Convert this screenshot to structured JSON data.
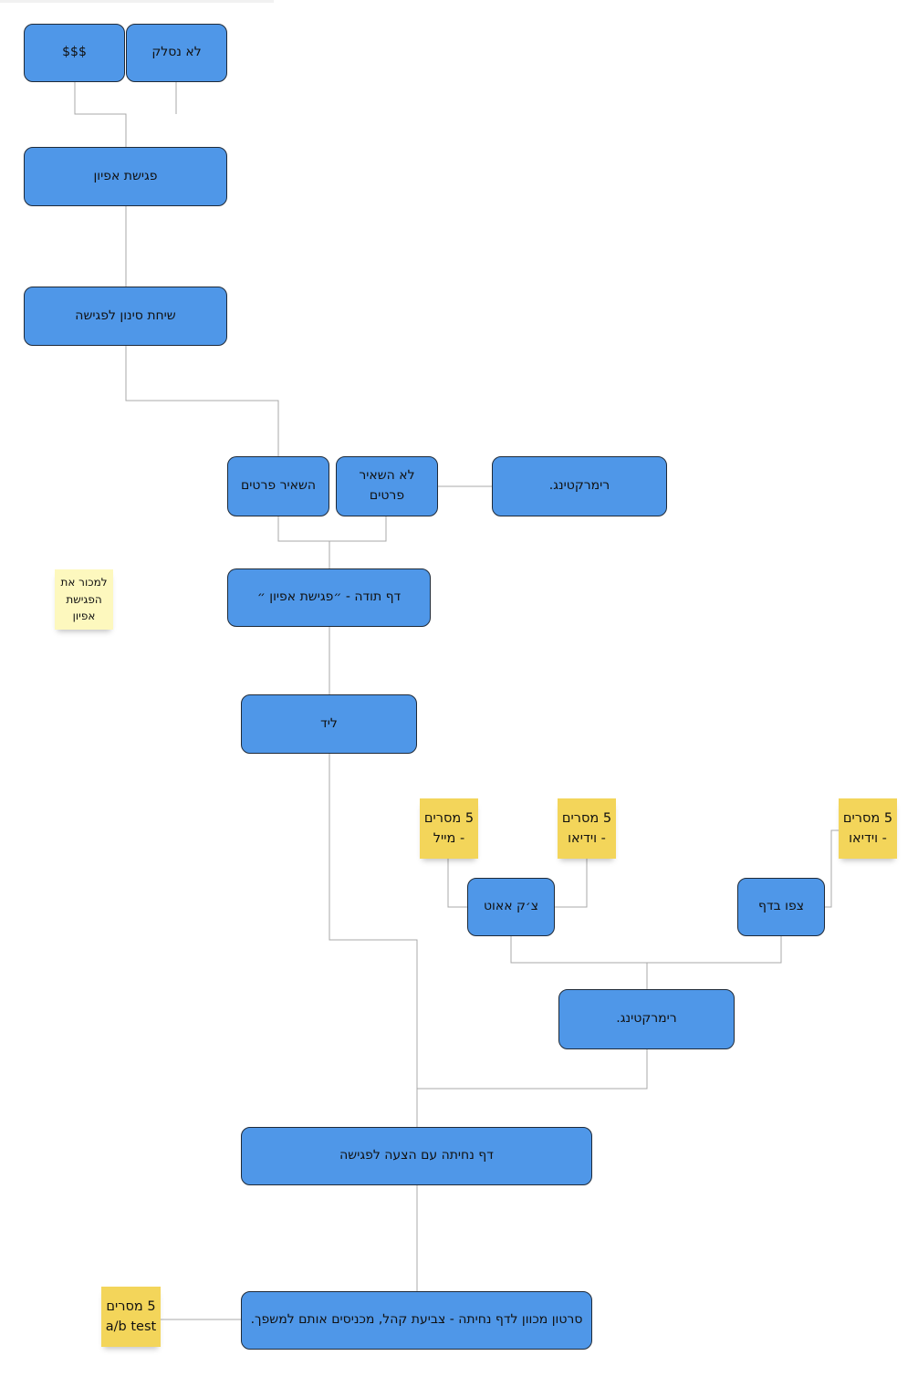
{
  "colors": {
    "node_fill": "#4f97e8",
    "node_border": "#1f2a38",
    "sticky_light": "#fdf8be",
    "sticky_gold": "#f3d55a",
    "connector": "#a9a9a9"
  },
  "nodes": {
    "money": "$$$",
    "no_close": "לא נסלק",
    "discovery_meeting": "פגישת אפיון",
    "screening_call": "שיחת סינון לפגישה",
    "left_details": "השאיר פרטים",
    "no_details": "לא השאיר פרטים",
    "remarketing_top": "רימרקטינג.",
    "thank_you_page": "דף  תודה - ״פגישת אפיון ״",
    "lead": "ליד",
    "checkout": "צ׳ק אאוט",
    "watched_page": "צפו בדף",
    "remarketing_bottom": "רימרקטינג.",
    "landing_page": "דף נחיתה עם הצעה לפגישה",
    "video_ad": "סרטון מכוון לדף נחיתה - צביעת קהל, מכניסים אותם למשפך."
  },
  "stickies": {
    "sell_meeting": "למכור את הפגישת אפיון",
    "mail_messages": "5 מסרים - מייל",
    "video_messages_checkout": "5 מסרים - וידיאו",
    "video_messages_watch": "5 מסרים - וידיאו",
    "ab_test": "5 מסרים a/b test"
  }
}
